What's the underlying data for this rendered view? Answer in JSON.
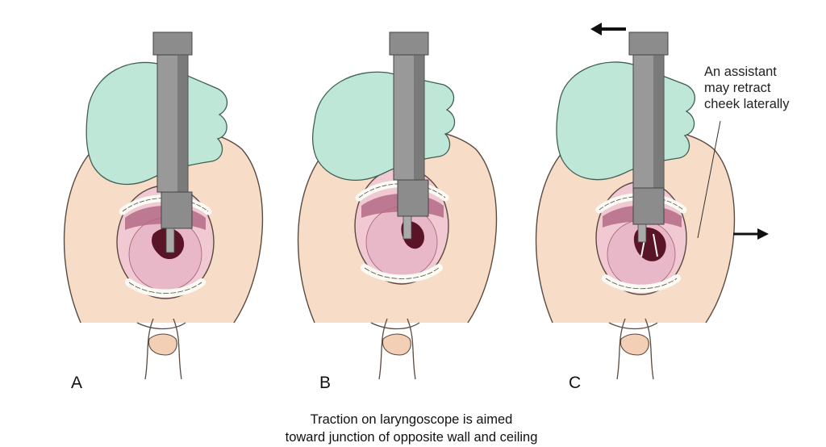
{
  "panels": [
    {
      "label": "A"
    },
    {
      "label": "B"
    },
    {
      "label": "C"
    }
  ],
  "annotation": {
    "lines": [
      "An assistant",
      "may retract",
      "cheek laterally"
    ]
  },
  "caption": {
    "lines": [
      "Traction on laryngoscope is aimed",
      "toward junction of opposite wall and ceiling"
    ]
  },
  "colors": {
    "skin": "#f7ddc7",
    "skin_outline": "#5a4a40",
    "glove": "#bfe7d8",
    "glove_outline": "#3f5f55",
    "laryngoscope": "#8c8c8c",
    "laryngoscope_dark": "#666666",
    "tongue": "#e9b8c8",
    "mucosa": "#b46a86",
    "throat": "#5a1428",
    "teeth": "#fbfbf6",
    "arrow": "#111111"
  }
}
